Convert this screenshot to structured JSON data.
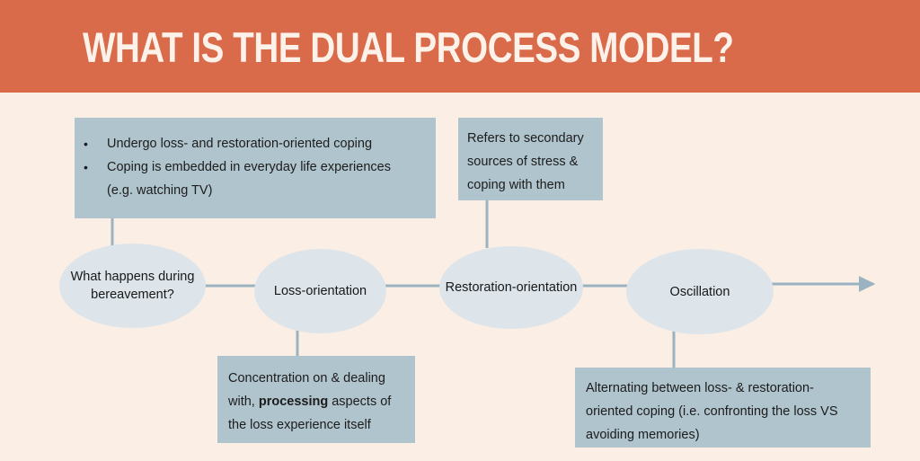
{
  "header": {
    "title": "What is the Dual Process Model?",
    "band_color": "#d96a4a",
    "title_color": "#fdf2ea"
  },
  "canvas": {
    "background_color": "#fbeee4",
    "box_fill": "#b0c4cd",
    "ellipse_fill": "#dde5ea",
    "connector_color": "#9bb2c0",
    "text_color": "#1c1c1c"
  },
  "diagram": {
    "type": "flow-diagram",
    "nodes": [
      {
        "id": "node-bereavement",
        "label": "What happens during bereavement?"
      },
      {
        "id": "node-loss-orientation",
        "label": "Loss-orientation"
      },
      {
        "id": "node-restoration-orientation",
        "label": "Restoration-orientation"
      },
      {
        "id": "node-oscillation",
        "label": "Oscillation"
      }
    ],
    "notes": [
      {
        "id": "note-bereavement",
        "attached_to": "node-bereavement",
        "position": "above",
        "bullets": [
          "Undergo loss- and restoration-oriented coping",
          "Coping is embedded in everyday life experiences (e.g. watching TV)"
        ]
      },
      {
        "id": "note-restoration",
        "attached_to": "node-restoration-orientation",
        "position": "above",
        "text_lines": [
          "Refers to secondary",
          "sources of stress &",
          "coping with them"
        ]
      },
      {
        "id": "note-loss",
        "attached_to": "node-loss-orientation",
        "position": "below",
        "text_before": "Concentration on & dealing with, ",
        "emphasis": "processing",
        "text_after": " aspects of the loss experience itself"
      },
      {
        "id": "note-oscillation",
        "attached_to": "node-oscillation",
        "position": "below",
        "text_lines": [
          "Alternating between loss- & restoration-",
          "oriented coping (i.e. confronting the loss VS",
          "avoiding memories)"
        ]
      }
    ],
    "flow_arrow": {
      "direction": "left-to-right",
      "terminal": "arrowhead"
    }
  }
}
